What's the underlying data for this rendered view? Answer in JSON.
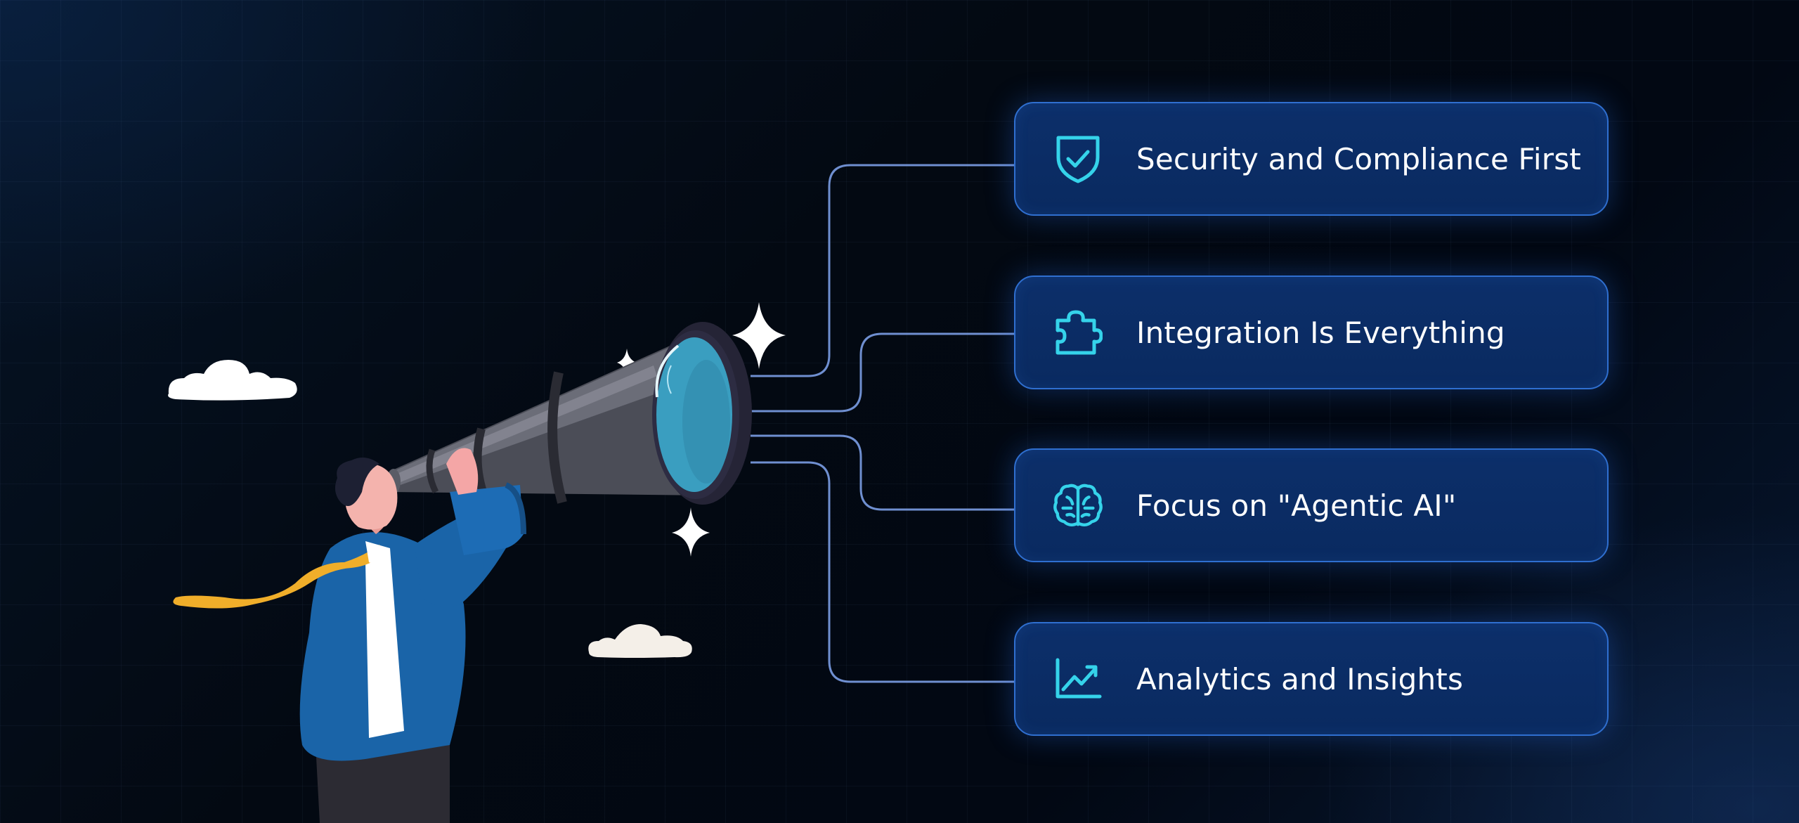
{
  "cards": [
    {
      "label": "Security and Compliance First",
      "icon": "shield-check-icon"
    },
    {
      "label": "Integration Is Everything",
      "icon": "puzzle-piece-icon"
    },
    {
      "label": "Focus on \"Agentic AI\"",
      "icon": "brain-icon"
    },
    {
      "label": "Analytics and Insights",
      "icon": "line-chart-icon"
    }
  ],
  "colors": {
    "background": "#030912",
    "card_fill": "#0b2d66",
    "card_border": "#2f6fd0",
    "icon": "#35d3ea",
    "connector": "#6f8fd0",
    "label": "#ffffff"
  }
}
